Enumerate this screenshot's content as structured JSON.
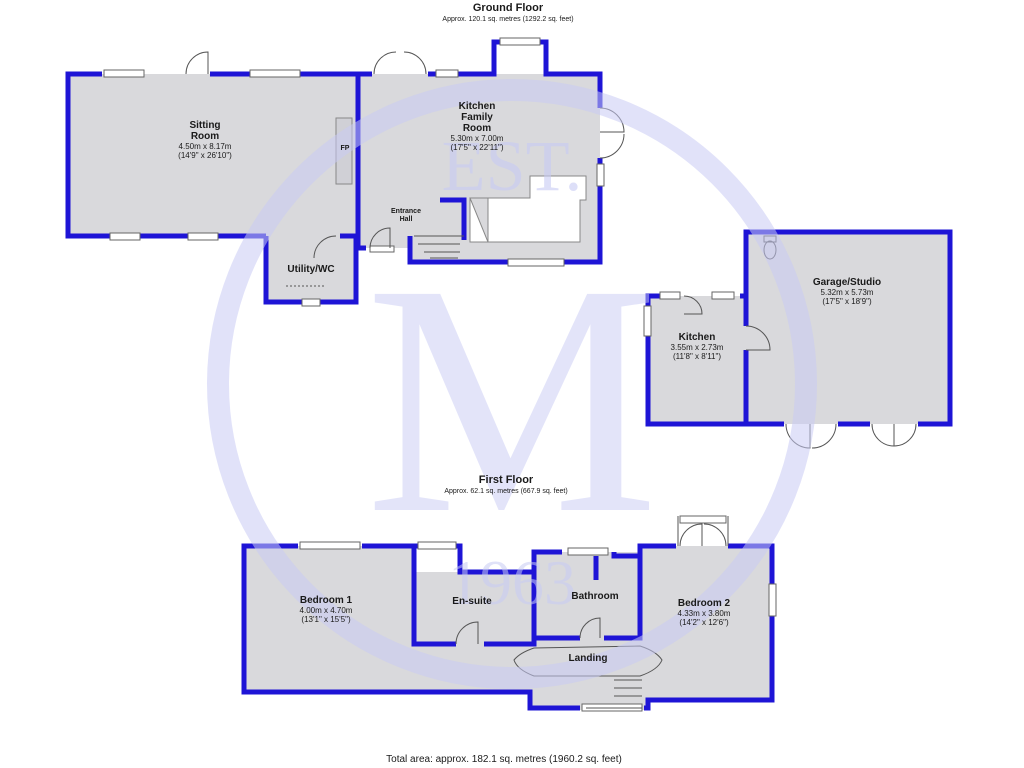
{
  "watermark": {
    "est": "EST.",
    "letter": "M",
    "year": "1963",
    "color": "#c8cbf4"
  },
  "colors": {
    "wall": "#1e14d6",
    "floor": "#d9d9dc",
    "door": "#555555"
  },
  "ground_floor": {
    "title": "Ground Floor",
    "area": "Approx. 120.1 sq. metres (1292.2 sq. feet)",
    "rooms": {
      "sitting": {
        "name": "Sitting\nRoom",
        "dim_m": "4.50m x 8.17m",
        "dim_ft": "(14'9\" x 26'10\")"
      },
      "kitchen_family": {
        "name": "Kitchen\nFamily\nRoom",
        "dim_m": "5.30m x 7.00m",
        "dim_ft": "(17'5\" x 22'11\")"
      },
      "entrance": {
        "name": "Entrance\nHall"
      },
      "utility": {
        "name": "Utility/WC"
      },
      "fp": "FP"
    }
  },
  "outbuilding": {
    "rooms": {
      "garage": {
        "name": "Garage/Studio",
        "dim_m": "5.32m x 5.73m",
        "dim_ft": "(17'5\" x 18'9\")"
      },
      "kitchen": {
        "name": "Kitchen",
        "dim_m": "3.55m x 2.73m",
        "dim_ft": "(11'8\" x 8'11\")"
      }
    }
  },
  "first_floor": {
    "title": "First Floor",
    "area": "Approx. 62.1 sq. metres (667.9 sq. feet)",
    "rooms": {
      "bedroom1": {
        "name": "Bedroom 1",
        "dim_m": "4.00m x 4.70m",
        "dim_ft": "(13'1\" x 15'5\")"
      },
      "ensuite": {
        "name": "En-suite"
      },
      "bathroom": {
        "name": "Bathroom"
      },
      "bedroom2": {
        "name": "Bedroom 2",
        "dim_m": "4.33m x 3.80m",
        "dim_ft": "(14'2\" x 12'6\")"
      },
      "landing": {
        "name": "Landing"
      }
    }
  },
  "total": "Total area: approx. 182.1 sq. metres (1960.2 sq. feet)"
}
